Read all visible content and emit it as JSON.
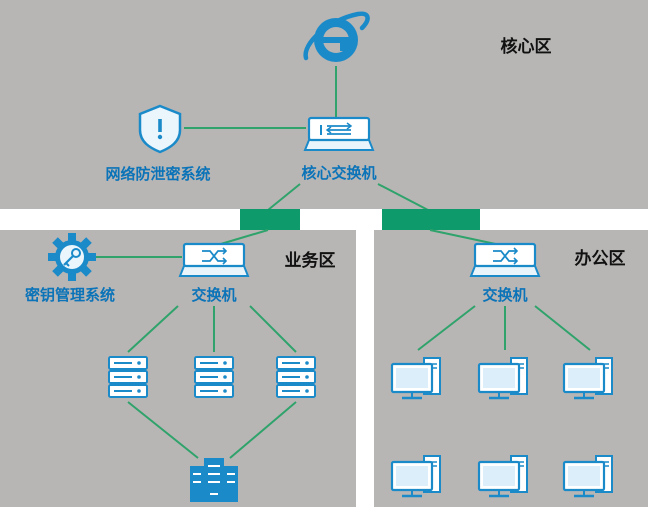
{
  "zones": {
    "core": "核心区",
    "business": "业务区",
    "office": "办公区"
  },
  "nodes": {
    "core_switch": "核心交换机",
    "dlp": "网络防泄密系统",
    "biz_switch": "交换机",
    "key_mgmt": "密钥管理系统",
    "office_switch": "交换机"
  },
  "icons": {
    "browser": "ie-browser-icon",
    "shield": "shield-icon",
    "switch": "switch-icon",
    "gear": "gear-key-icon",
    "server": "server-icon",
    "cluster": "server-cluster-icon",
    "desktop": "desktop-computer-icon"
  },
  "colors": {
    "zone_bg": "#b8b6b5",
    "accent": "#1b8ac9",
    "link": "#2fa36b",
    "connector": "#0f9a6c",
    "label": "#0b73b8"
  }
}
